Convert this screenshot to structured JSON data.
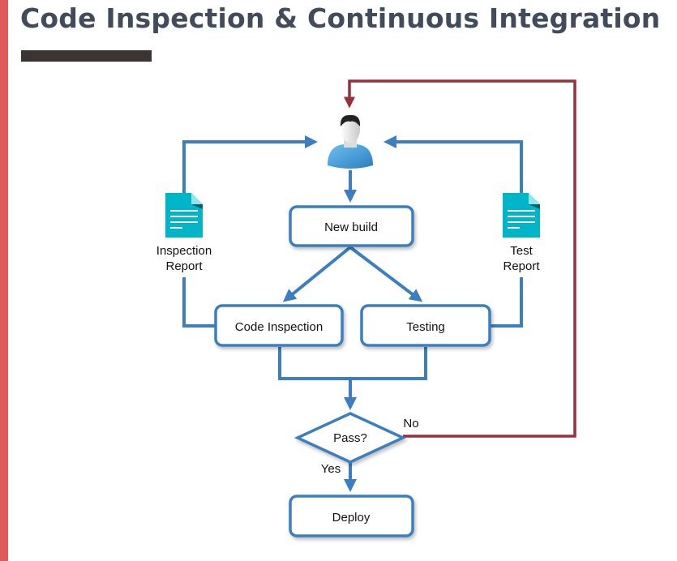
{
  "title": "Code Inspection & Continuous Integration",
  "colors": {
    "accent": "#e05a5a",
    "flow": "#3b7fc0",
    "feedback": "#97303a",
    "document": "#00b5c8"
  },
  "diagram": {
    "nodes": {
      "developer": {
        "icon": "user-icon"
      },
      "new_build": "New build",
      "code_inspection": "Code Inspection",
      "testing": "Testing",
      "pass": "Pass?",
      "deploy": "Deploy"
    },
    "documents": {
      "inspection_report": {
        "line1": "Inspection",
        "line2": "Report",
        "icon": "document-icon"
      },
      "test_report": {
        "line1": "Test",
        "line2": "Report",
        "icon": "document-icon"
      }
    },
    "edge_labels": {
      "no": "No",
      "yes": "Yes"
    }
  }
}
